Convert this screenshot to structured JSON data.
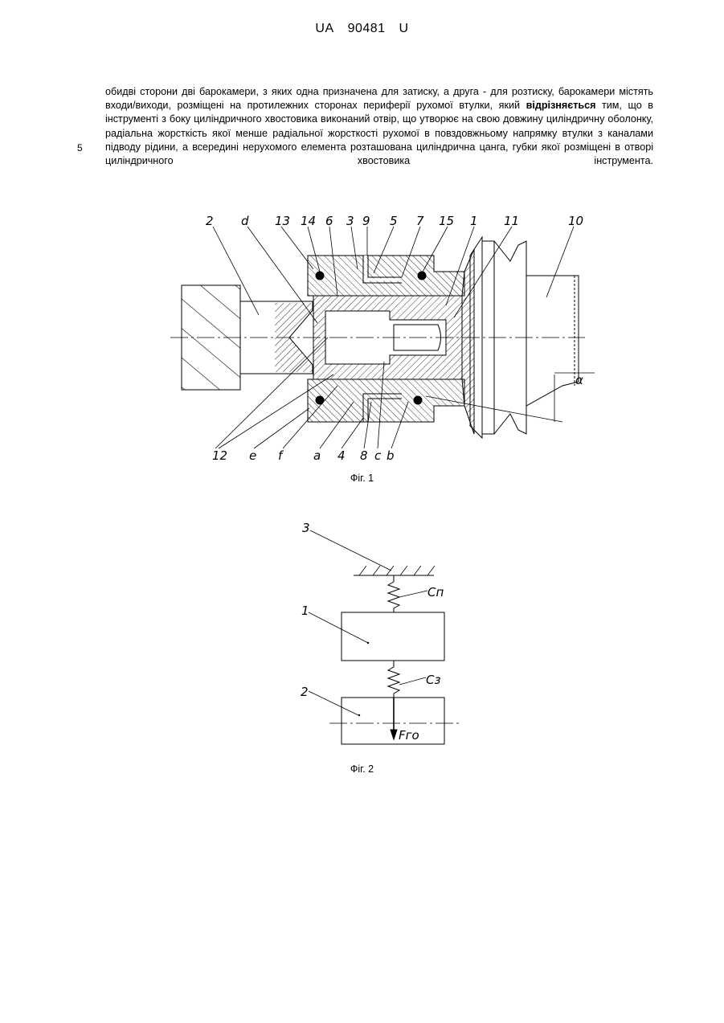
{
  "header": {
    "country": "UA",
    "number": "90481",
    "kind": "U"
  },
  "body": {
    "line_number": "5",
    "part1": "обидві сторони дві барокамери, з яких одна призначена для затиску, а друга - для розтиску, барокамери містять входи/виходи, розміщені на протилежних сторонах периферії рухомої втулки, який ",
    "emphasis": "відрізняється",
    "part2": " тим, що в інструменті з боку циліндричного хвостовика виконаний отвір, що утворює на свою довжину циліндричну оболонку, радіальна жорсткість якої менше радіальної жорсткості рухомої в повздовжньому напрямку втулки з каналами підводу рідини, а всередині нерухомого елемента розташована циліндрична цанга, губки якої розміщені в отворі циліндричного хвостовика інструмента."
  },
  "fig1": {
    "caption": "Фіг. 1",
    "labels_top": [
      "2",
      "d",
      "13",
      "14",
      "6",
      "3",
      "9",
      "5",
      "7",
      "15",
      "1",
      "11",
      "10"
    ],
    "labels_bottom": [
      "12",
      "e",
      "f",
      "a",
      "4",
      "8",
      "c",
      "b"
    ],
    "angle_label": "α"
  },
  "fig2": {
    "caption": "Фіг. 2",
    "label_3": "3",
    "label_1": "1",
    "label_2": "2",
    "label_cp": "Cп",
    "label_cz": "Cз",
    "label_force": "Fго"
  }
}
